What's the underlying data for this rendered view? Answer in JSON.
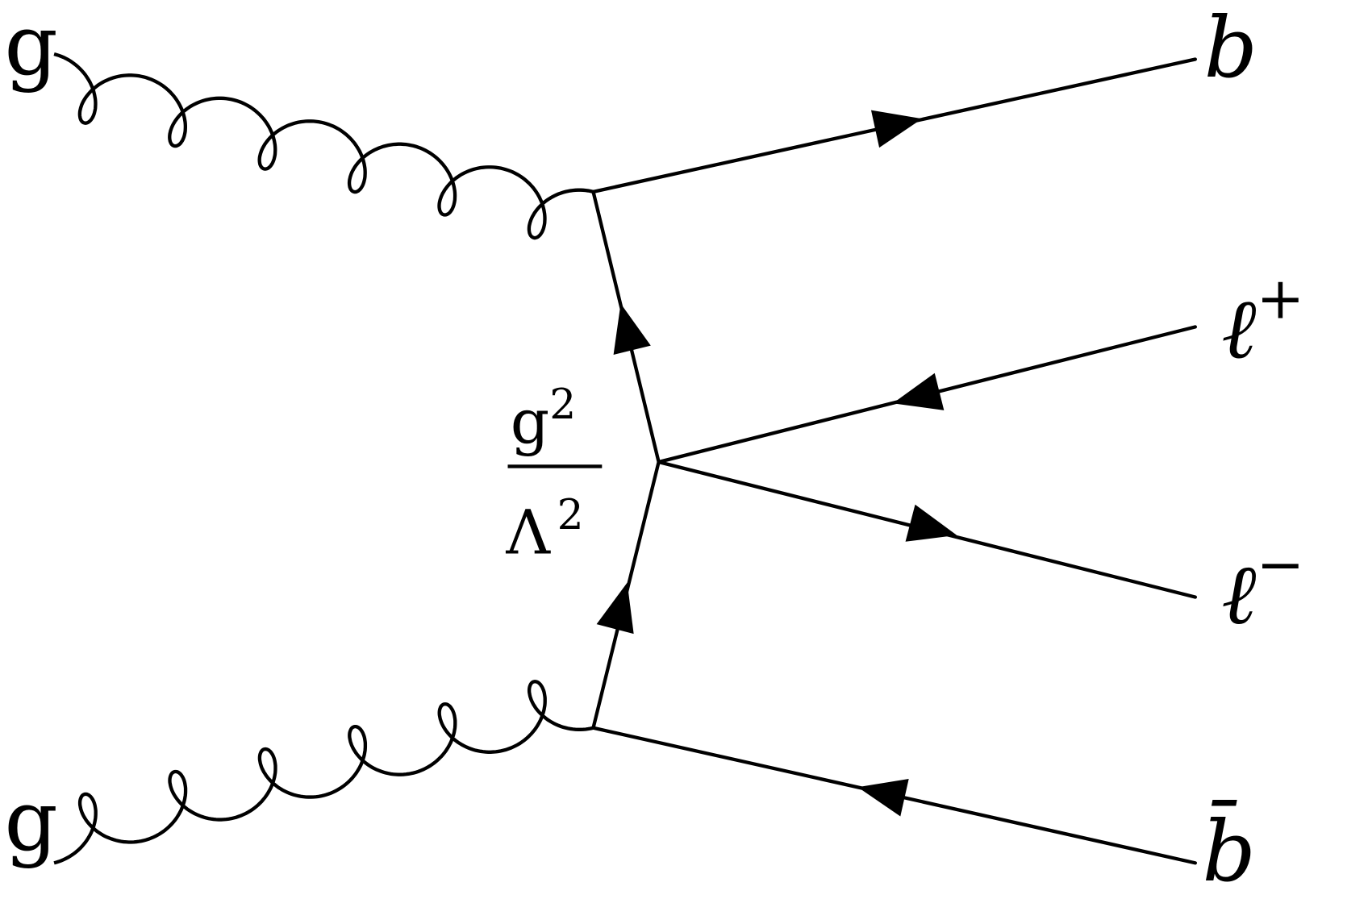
{
  "diagram": {
    "title": "Feynman diagram: gg → b b̄ ℓ⁺ ℓ⁻ via contact interaction",
    "labels": {
      "gluon_top": "g",
      "gluon_bottom": "g",
      "b_quark": "b",
      "anti_b_quark": "b̄",
      "lepton_plus": {
        "base": "ℓ",
        "sup": "+"
      },
      "lepton_minus": {
        "base": "ℓ",
        "sup": "−"
      },
      "coupling": {
        "numerator": "g",
        "numerator_sup": "2",
        "denominator": "Λ",
        "denominator_sup": "2"
      }
    },
    "colors": {
      "ink": "#000000",
      "background": "#ffffff"
    }
  }
}
